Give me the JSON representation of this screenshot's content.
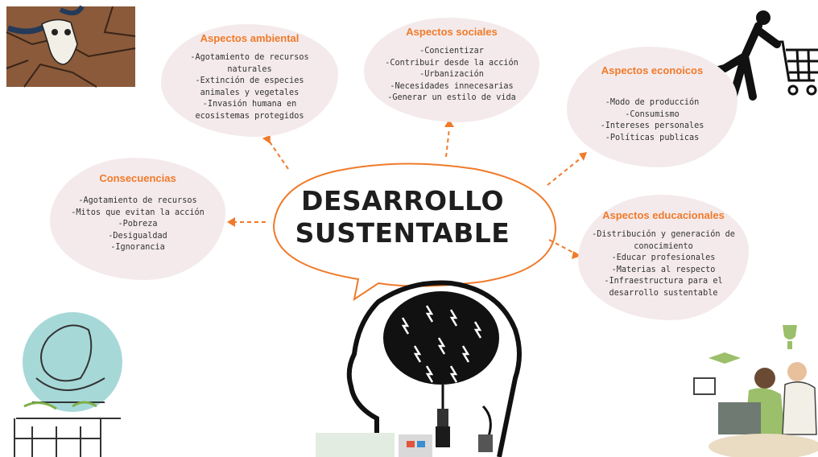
{
  "center": {
    "line1": "DESARROLLO",
    "line2": "SUSTENTABLE"
  },
  "nodes": {
    "ambiental": {
      "title": "Aspectos ambiental",
      "items": [
        "-Agotamiento de recursos",
        "naturales",
        "-Extinción de especies",
        "animales y vegetales",
        "-Invasión humana en",
        "ecosistemas protegidos"
      ]
    },
    "sociales": {
      "title": "Aspectos sociales",
      "items": [
        "-Concientizar",
        "-Contribuir desde la acción",
        "-Urbanización",
        "-Necesidades innecesarias",
        "-Generar un estilo de vida"
      ]
    },
    "economicos": {
      "title": "Aspectos econoicos",
      "items": [
        "-Modo de producción",
        "-Consumismo",
        "-Intereses personales",
        "-Políticas publicas"
      ]
    },
    "consecuencias": {
      "title": "Consecuencias",
      "items": [
        "-Agotamiento de recursos",
        "-Mitos que evitan la acción",
        "-Pobreza",
        "-Desigualdad",
        "-Ignorancia"
      ]
    },
    "educacionales": {
      "title": "Aspectos educacionales",
      "items": [
        "-Distribución y generación de",
        "conocimiento",
        "-Educar profesionales",
        "-Materias al respecto",
        "-Infraestructura para el",
        "desarrollo sustentable"
      ]
    }
  },
  "colors": {
    "accent": "#f07a2a",
    "blob": "#f4eaeb",
    "dark": "#1e1e1e",
    "teal": "#a7d8d8",
    "green": "#9bbf6a"
  },
  "icons": [
    "cow-skull-icon",
    "shopping-cart-person-icon",
    "sad-person-icon",
    "brain-head-icon",
    "students-trophy-icon"
  ]
}
